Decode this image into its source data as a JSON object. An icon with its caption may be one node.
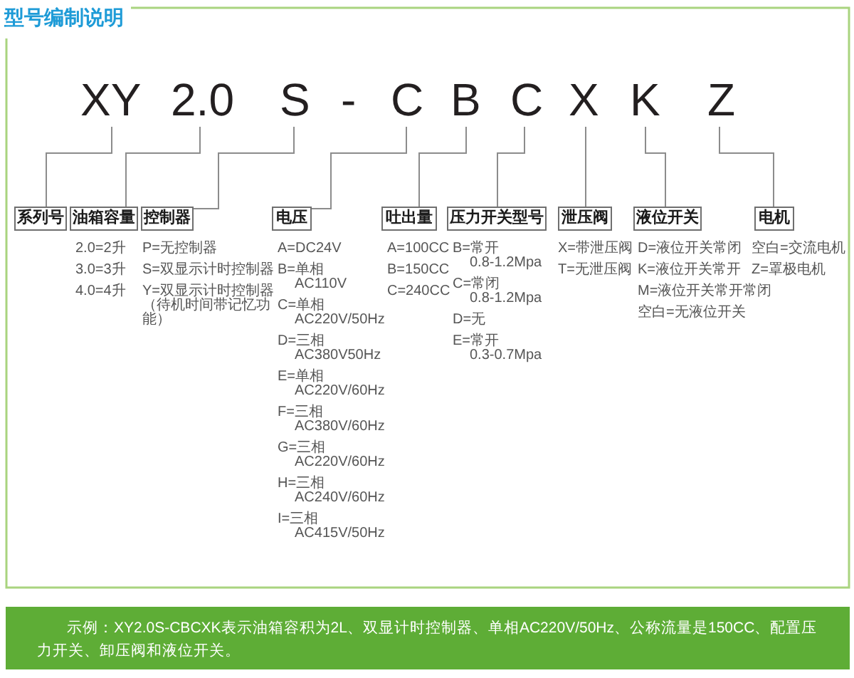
{
  "diagram": {
    "title": "型号编制说明",
    "nodes": [
      {
        "text": [
          "XY"
        ]
      },
      {
        "text": [
          "2.0"
        ]
      },
      {
        "text": [
          "S"
        ]
      },
      {
        "text": [
          "C"
        ]
      },
      {
        "text": [
          "B"
        ]
      },
      {
        "text": [
          "C"
        ]
      },
      {
        "text": [
          "X"
        ]
      },
      {
        "text": [
          "K"
        ]
      },
      {
        "text": [
          "Z"
        ]
      },
      {
        "text": [
          "系列号"
        ]
      },
      {
        "text": [
          "油箱容量"
        ],
        "beside": [
          "2.0=2升",
          "3.0=3升",
          "4.0=4升"
        ]
      },
      {
        "text": [
          "控制器"
        ],
        "beside": [
          "P=无控制器",
          "S=双显示计时控制器",
          "Y=双显示计时控制器（待机时间带记忆功能）"
        ]
      },
      {
        "text": [
          "电压"
        ],
        "beside": [
          "A=DC24V",
          "B=单相 AC110V",
          "C=单相 AC220V/50Hz",
          "D=三相 AC380V50Hz",
          "E=单相 AC220V/60Hz",
          "F=三相 AC380V/60Hz",
          "G=三相 AC220V/60Hz",
          "H=三相 AC240V/60Hz",
          "I=三相 AC415V/50Hz"
        ]
      },
      {
        "text": [
          "吐出量"
        ],
        "beside": [
          "A=100CC",
          "B=150CC",
          "C=240CC"
        ]
      },
      {
        "text": [
          "压力开关型号"
        ],
        "beside": [
          "B=常开 0.8-1.2Mpa",
          "C=常闭 0.8-1.2Mpa",
          "D=无",
          "E=常开 0.3-0.7Mpa"
        ]
      },
      {
        "text": [
          "泄压阀"
        ],
        "beside": [
          "X=带泄压阀",
          "T=无泄压阀"
        ]
      },
      {
        "text": [
          "液位开关"
        ],
        "beside": [
          "D=液位开关常闭",
          "K=液位开关常开",
          "M=液位开关常开常闭",
          "空白=无液位开关"
        ]
      },
      {
        "text": [
          "电机"
        ],
        "beside": [
          "空白=交流电机",
          "Z=罩极电机"
        ]
      },
      {
        "text": [
          "示例：XY2.0S-CBCXK表示油箱容积为2L、双显计时控制器、单相AC220V/50Hz、公称流量是150CC、配置压力开关、卸压阀和液位开关。"
        ]
      }
    ],
    "edges": [
      {
        "from": 0,
        "to": 9,
        "arrow": "none"
      },
      {
        "from": 1,
        "to": 10,
        "arrow": "none"
      },
      {
        "from": 2,
        "to": 11,
        "arrow": "none"
      },
      {
        "from": 3,
        "to": 12,
        "arrow": "none"
      },
      {
        "from": 4,
        "to": 13,
        "arrow": "none"
      },
      {
        "from": 5,
        "to": 14,
        "arrow": "none"
      },
      {
        "from": 6,
        "to": 15,
        "arrow": "none"
      },
      {
        "from": 7,
        "to": 16,
        "arrow": "none"
      },
      {
        "from": 8,
        "to": 17,
        "arrow": "none"
      }
    ],
    "labels": [
      "-"
    ]
  }
}
